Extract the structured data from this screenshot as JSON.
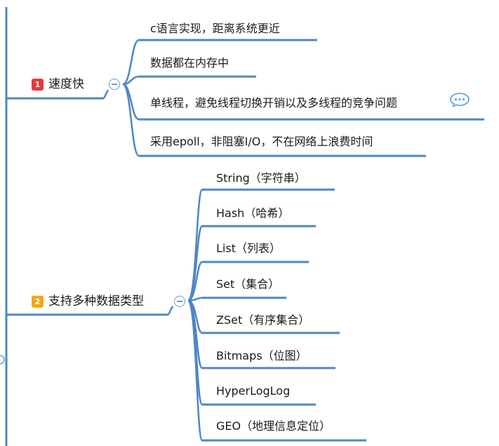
{
  "branches": [
    {
      "number": "1",
      "badge_color": "#e5393b",
      "label": "速度快",
      "children": [
        "c语言实现，距离系统更近",
        "数据都在内存中",
        "单线程，避免线程切换开销以及多线程的竞争问题",
        "采用epoll，非阻塞I/O，不在网络上浪费时间"
      ]
    },
    {
      "number": "2",
      "badge_color": "#f2a817",
      "label": "支持多种数据类型",
      "children": [
        "String（字符串）",
        "Hash（哈希）",
        "List（列表）",
        "Set（集合）",
        "ZSet（有序集合）",
        "Bitmaps（位图）",
        "HyperLogLog",
        "GEO（地理信息定位）"
      ]
    }
  ],
  "colors": {
    "line": "#4d86c6",
    "collapse": "#6a9bd1",
    "comment": "#5aa9e6"
  },
  "icons": {
    "collapse": "minus-circle-icon",
    "comment": "speech-bubble-icon"
  }
}
